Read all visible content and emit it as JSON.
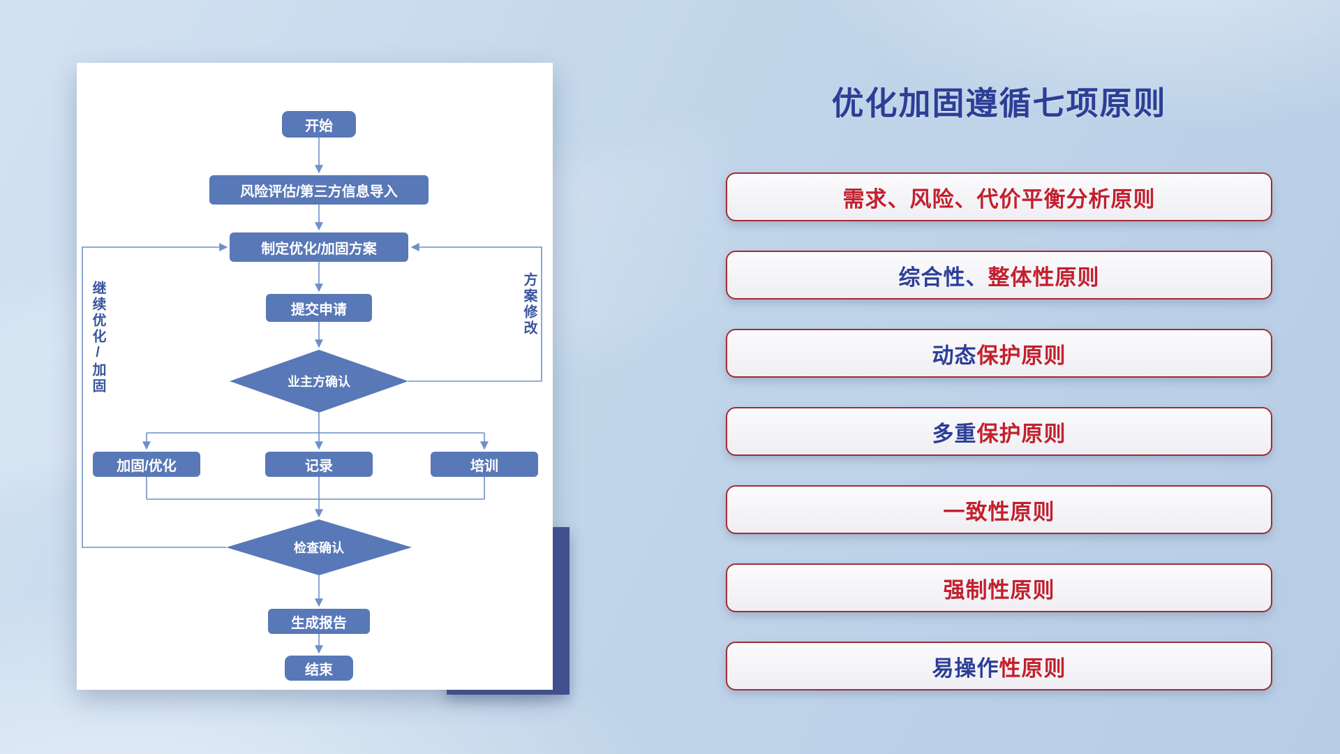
{
  "flowchart": {
    "nodes": {
      "start": "开始",
      "risk": "风险评估/第三方信息导入",
      "plan": "制定优化/加固方案",
      "submit": "提交申请",
      "owner_confirm": "业主方确认",
      "reinforce": "加固/优化",
      "record": "记录",
      "training": "培训",
      "check_confirm": "检查确认",
      "report": "生成报告",
      "end": "结束"
    },
    "edge_labels": {
      "left_loop": "继续优化/加固",
      "right_loop": "方案修改"
    },
    "colors": {
      "node_fill": "#5878b7",
      "node_text": "#ffffff",
      "connector": "#6e8fc7",
      "edge_label_text": "#3a559e"
    }
  },
  "panel": {
    "title": "优化加固遵循七项原则",
    "title_color": "#2c3e96",
    "principles": [
      {
        "segments": [
          {
            "text": "需求、风险、代价平衡分析原则",
            "color": "#c2202e"
          }
        ]
      },
      {
        "segments": [
          {
            "text": "综合性、",
            "color": "#2c3e96"
          },
          {
            "text": "整体性原则",
            "color": "#c2202e"
          }
        ]
      },
      {
        "segments": [
          {
            "text": "动态",
            "color": "#2c3e96"
          },
          {
            "text": "保护原则",
            "color": "#c2202e"
          }
        ]
      },
      {
        "segments": [
          {
            "text": "多重",
            "color": "#2c3e96"
          },
          {
            "text": "保护原则",
            "color": "#c2202e"
          }
        ]
      },
      {
        "segments": [
          {
            "text": "一致性原则",
            "color": "#c2202e"
          }
        ]
      },
      {
        "segments": [
          {
            "text": "强制性原则",
            "color": "#c2202e"
          }
        ]
      },
      {
        "segments": [
          {
            "text": "易操作",
            "color": "#2c3e96"
          },
          {
            "text": "性原则",
            "color": "#c2202e"
          }
        ]
      }
    ],
    "principle_border_color": "#a12b36"
  }
}
